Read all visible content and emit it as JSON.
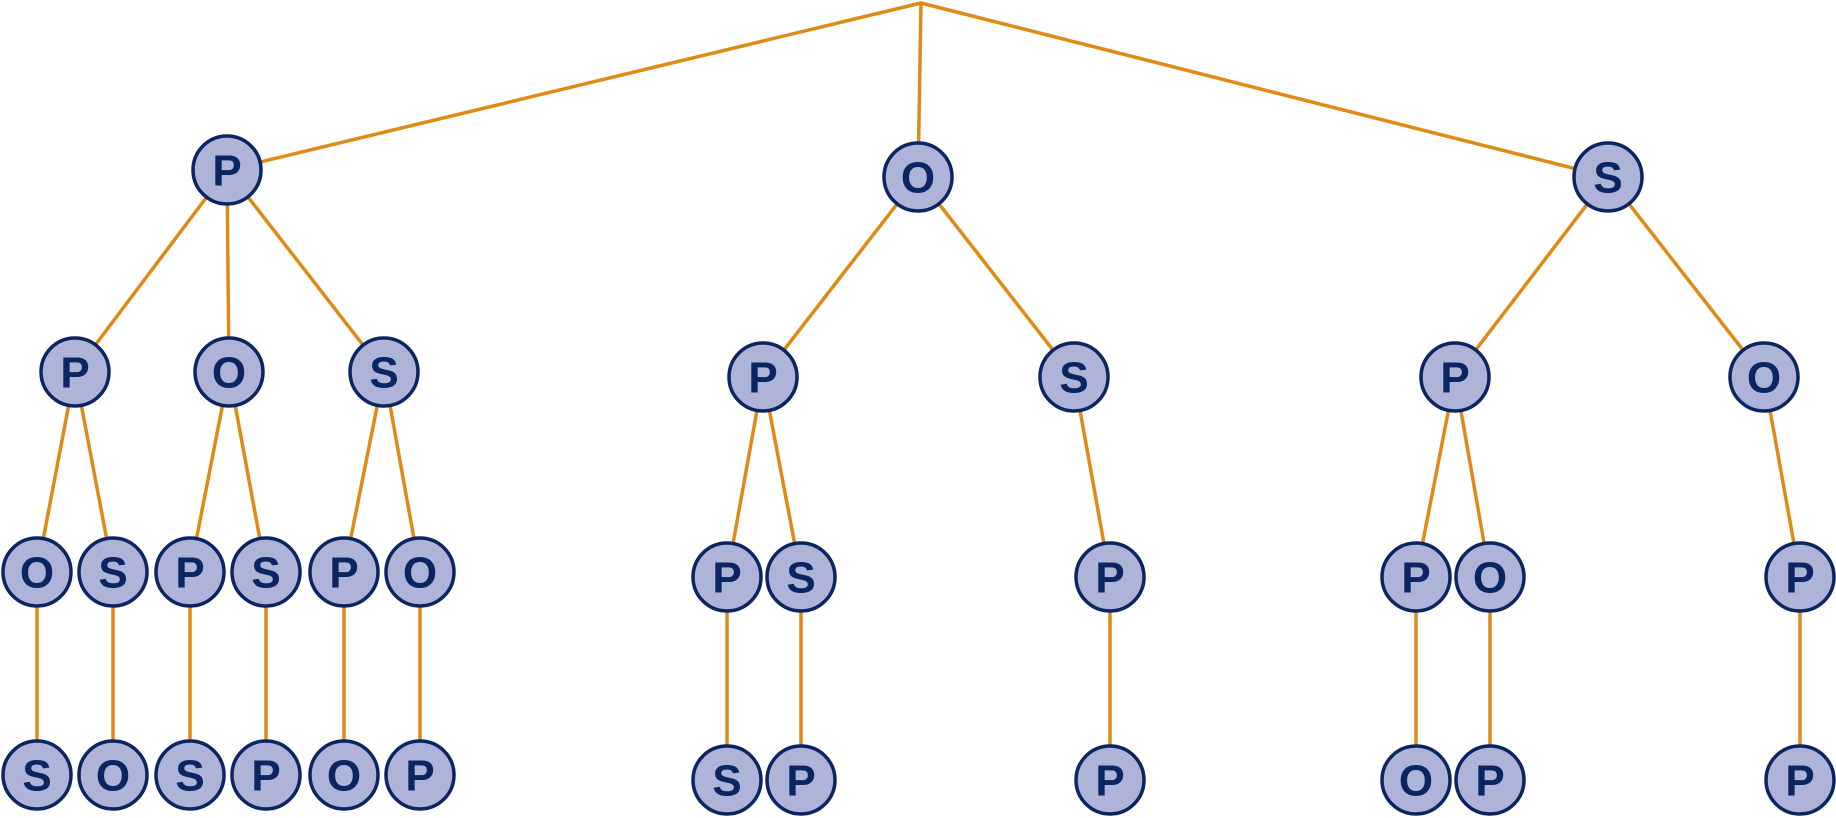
{
  "tree": {
    "children": [
      {
        "label": "P",
        "children": [
          {
            "label": "P",
            "children": [
              {
                "label": "O",
                "children": [
                  {
                    "label": "S",
                    "children": []
                  }
                ]
              },
              {
                "label": "S",
                "children": [
                  {
                    "label": "O",
                    "children": []
                  }
                ]
              }
            ]
          },
          {
            "label": "O",
            "children": [
              {
                "label": "P",
                "children": [
                  {
                    "label": "S",
                    "children": []
                  }
                ]
              },
              {
                "label": "S",
                "children": [
                  {
                    "label": "P",
                    "children": []
                  }
                ]
              }
            ]
          },
          {
            "label": "S",
            "children": [
              {
                "label": "P",
                "children": [
                  {
                    "label": "O",
                    "children": []
                  }
                ]
              },
              {
                "label": "O",
                "children": [
                  {
                    "label": "P",
                    "children": []
                  }
                ]
              }
            ]
          }
        ]
      },
      {
        "label": "O",
        "children": [
          {
            "label": "P",
            "children": [
              {
                "label": "P",
                "children": [
                  {
                    "label": "S",
                    "children": []
                  }
                ]
              },
              {
                "label": "S",
                "children": [
                  {
                    "label": "P",
                    "children": []
                  }
                ]
              }
            ]
          },
          {
            "label": "S",
            "children": [
              {
                "label": "P",
                "children": [
                  {
                    "label": "P",
                    "children": []
                  }
                ]
              }
            ]
          }
        ]
      },
      {
        "label": "S",
        "children": [
          {
            "label": "P",
            "children": [
              {
                "label": "P",
                "children": [
                  {
                    "label": "O",
                    "children": []
                  }
                ]
              },
              {
                "label": "O",
                "children": [
                  {
                    "label": "P",
                    "children": []
                  }
                ]
              }
            ]
          },
          {
            "label": "O",
            "children": [
              {
                "label": "P",
                "children": [
                  {
                    "label": "P",
                    "children": []
                  }
                ]
              }
            ]
          }
        ]
      }
    ]
  },
  "colors": {
    "edge": "#E08A16",
    "node_fill": "#AEB4D8",
    "node_stroke": "#0B2462",
    "label": "#0B2462"
  }
}
